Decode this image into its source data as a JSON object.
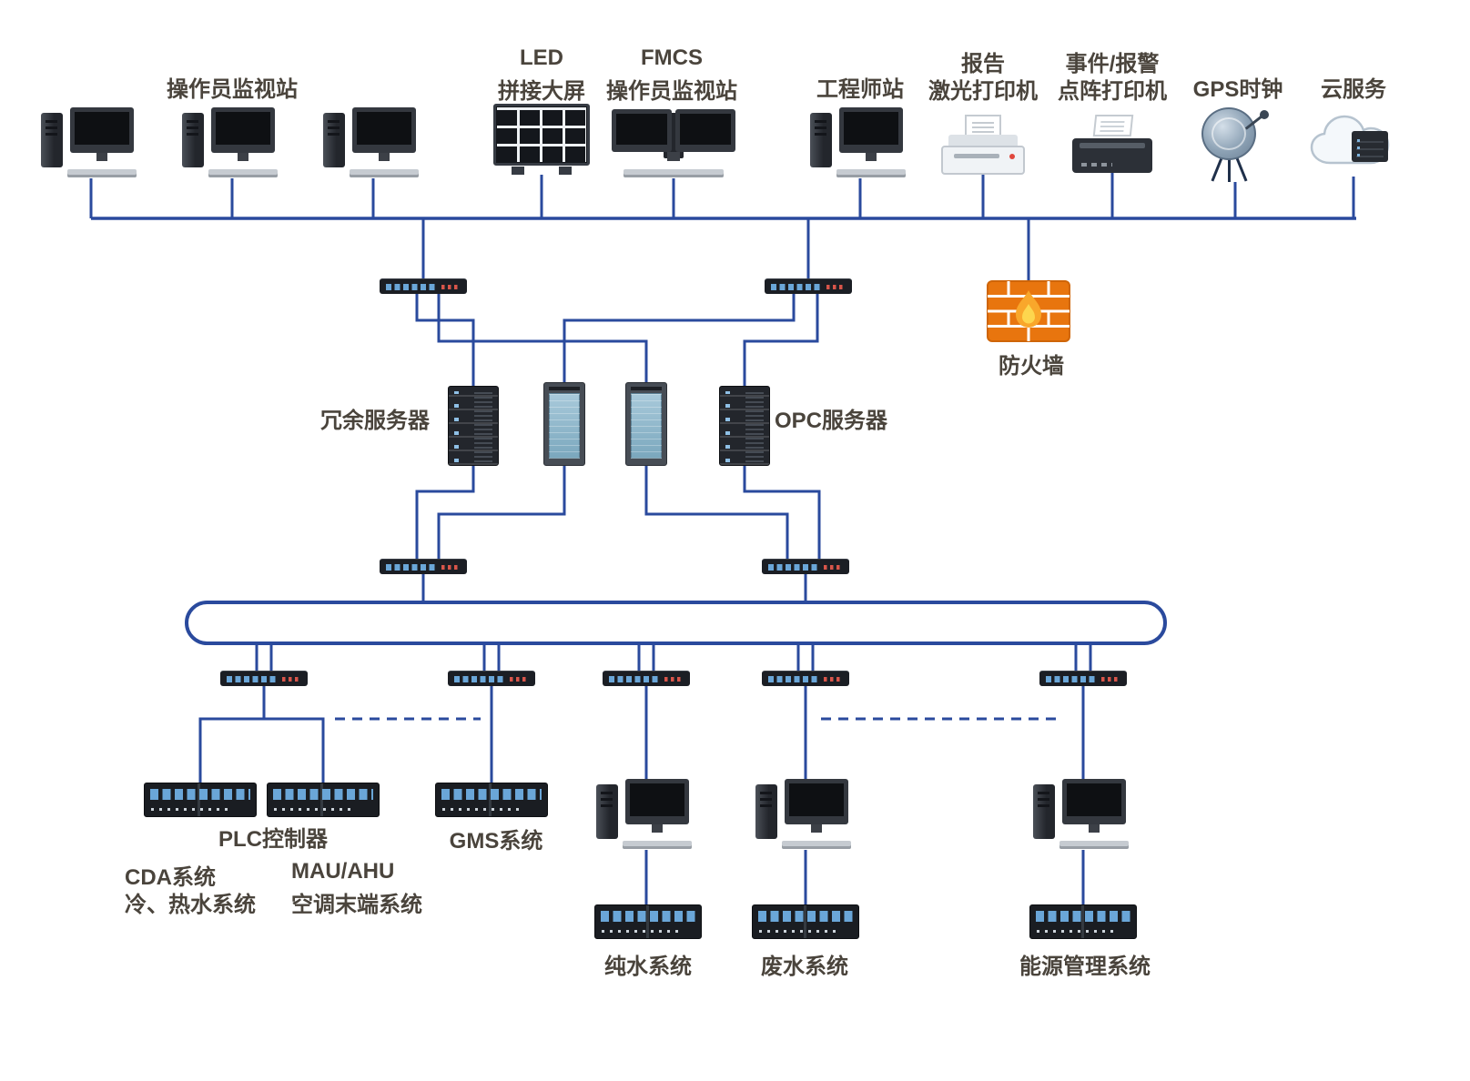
{
  "colors": {
    "line": "#2a4a9d",
    "text": "#4a443c",
    "firewall_brick": "#e8750e",
    "flame_outer": "#f9a72b",
    "flame_inner": "#fdd64e",
    "switch_port": "#6aa6d8"
  },
  "labels": {
    "operator_stations": "操作员监视站",
    "led_wall_1": "LED",
    "led_wall_2": "拼接大屏",
    "fmcs_1": "FMCS",
    "fmcs_2": "操作员监视站",
    "engineer_station": "工程师站",
    "laser_printer_1": "报告",
    "laser_printer_2": "激光打印机",
    "dot_printer_1": "事件/报警",
    "dot_printer_2": "点阵打印机",
    "gps_clock": "GPS时钟",
    "cloud_service": "云服务",
    "firewall": "防火墙",
    "redundant_server": "冗余服务器",
    "opc_server": "OPC服务器",
    "plc_controller": "PLC控制器",
    "gms_system": "GMS系统",
    "cda_1": "CDA系统",
    "cda_2": "冷、热水系统",
    "mau_1": "MAU/AHU",
    "mau_2": "空调末端系统",
    "pure_water": "纯水系统",
    "waste_water": "废水系统",
    "energy_management": "能源管理系统"
  }
}
